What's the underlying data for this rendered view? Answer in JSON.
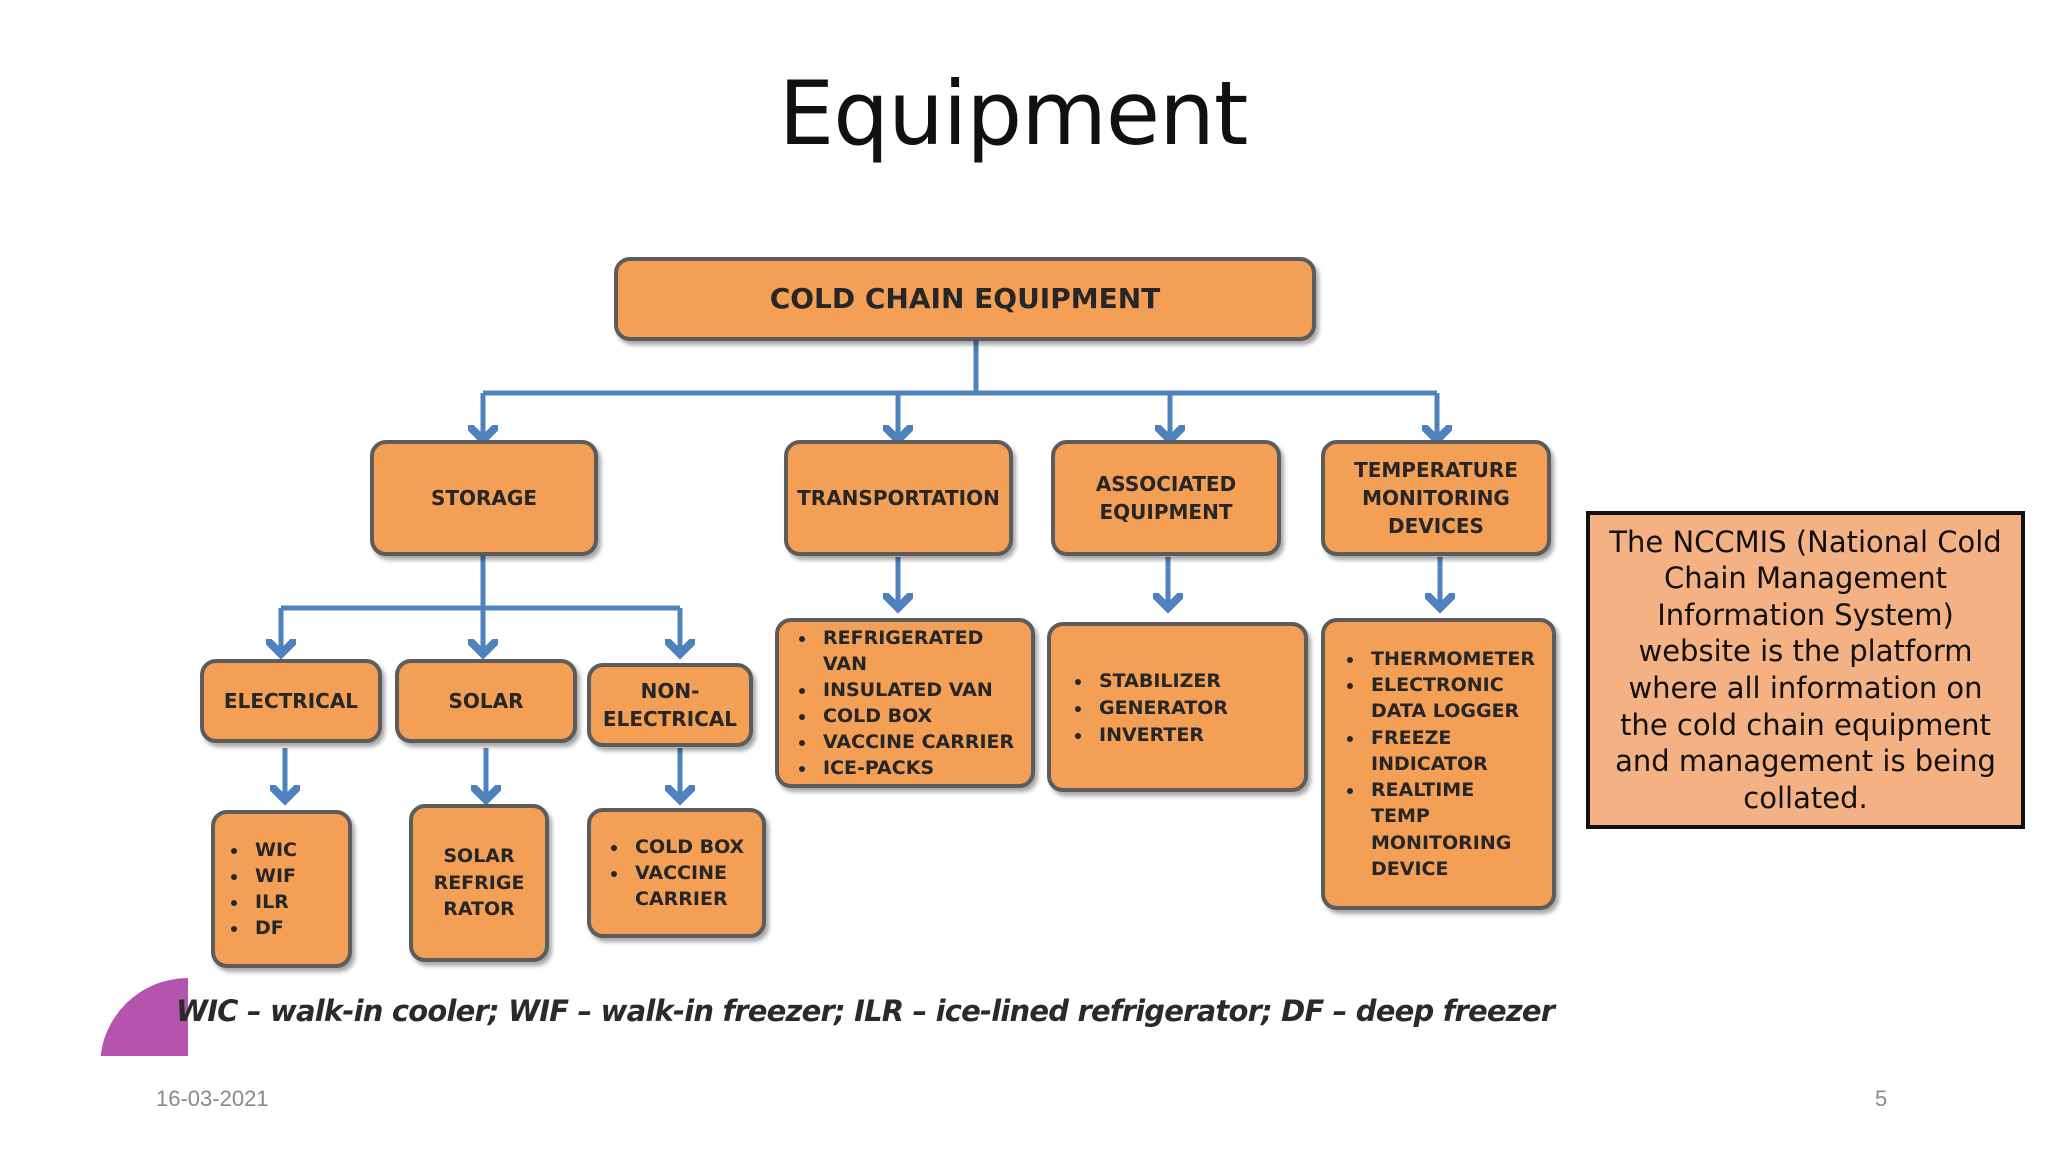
{
  "slide": {
    "title": "Equipment",
    "date": "16-03-2021",
    "page_number": "5"
  },
  "diagram": {
    "root": "COLD CHAIN EQUIPMENT",
    "categories": {
      "storage": "STORAGE",
      "transportation": "TRANSPORTATION",
      "associated": "ASSOCIATED\nEQUIPMENT",
      "temperature": "TEMPERATURE\nMONITORING\nDEVICES"
    },
    "storage_types": {
      "electrical": "ELECTRICAL",
      "solar": "SOLAR",
      "non_electrical": "NON-\nELECTRICAL"
    },
    "storage_details": {
      "electrical_items": [
        "WIC",
        "WIF",
        "ILR",
        "DF"
      ],
      "solar_text": "SOLAR\nREFRIGE\nRATOR",
      "non_electrical_items": [
        "COLD BOX",
        "VACCINE\nCARRIER"
      ]
    },
    "transportation_items": [
      "REFRIGERATED VAN",
      "INSULATED VAN",
      "COLD BOX",
      "VACCINE CARRIER",
      "ICE-PACKS"
    ],
    "associated_items": [
      "STABILIZER",
      "GENERATOR",
      "INVERTER"
    ],
    "temperature_items": [
      "THERMOMETER",
      "ELECTRONIC\nDATA LOGGER",
      "FREEZE\nINDICATOR",
      "REALTIME\nTEMP\nMONITORING\nDEVICE"
    ],
    "legend": "WIC – walk-in cooler; WIF – walk-in freezer; ILR – ice-lined refrigerator; DF – deep freezer",
    "colors": {
      "box_fill": "#f39f55",
      "box_border": "#5c5c5c",
      "connector": "#4f81bd",
      "note_fill": "#f4b183",
      "accent_arc": "#b454ad"
    }
  },
  "note": {
    "text": "The NCCMIS (National Cold Chain Management Information System) website is the platform where all information on the cold chain equipment and management is being collated."
  }
}
